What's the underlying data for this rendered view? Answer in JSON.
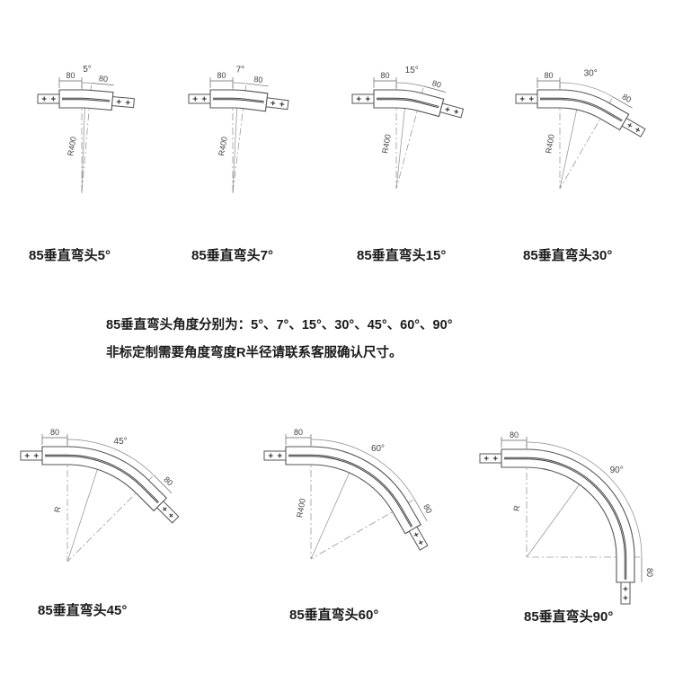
{
  "panels": [
    {
      "angle": 5,
      "angle_label": "5°",
      "straight_label_1": "80",
      "straight_label_2": "80",
      "radius_label": "R400",
      "caption": "85垂直弯头5°"
    },
    {
      "angle": 7,
      "angle_label": "7°",
      "straight_label_1": "80",
      "straight_label_2": "80",
      "radius_label": "R400",
      "caption": "85垂直弯头7°"
    },
    {
      "angle": 15,
      "angle_label": "15°",
      "straight_label_1": "80",
      "straight_label_2": "80",
      "radius_label": "R400",
      "caption": "85垂直弯头15°"
    },
    {
      "angle": 30,
      "angle_label": "30°",
      "straight_label_1": "80",
      "straight_label_2": "80",
      "radius_label": "R400",
      "caption": "85垂直弯头30°"
    },
    {
      "angle": 45,
      "angle_label": "45°",
      "straight_label_1": "80",
      "straight_label_2": "80",
      "radius_label": "R",
      "caption": "85垂直弯头45°"
    },
    {
      "angle": 60,
      "angle_label": "60°",
      "straight_label_1": "80",
      "straight_label_2": "80",
      "radius_label": "R400",
      "caption": "85垂直弯头60°"
    },
    {
      "angle": 90,
      "angle_label": "90°",
      "straight_label_1": "80",
      "straight_label_2": "80",
      "radius_label": "R",
      "caption": "85垂直弯头90°"
    }
  ],
  "notes": {
    "line1": "85垂直弯头角度分别为：5°、7°、15°、30°、45°、60°、90°",
    "line2": "非标定制需要角度弯度R半径请联系客服确认尺寸。"
  },
  "colors": {
    "line": "#555555",
    "groove": "#333333",
    "construction": "#9a9a9a"
  }
}
